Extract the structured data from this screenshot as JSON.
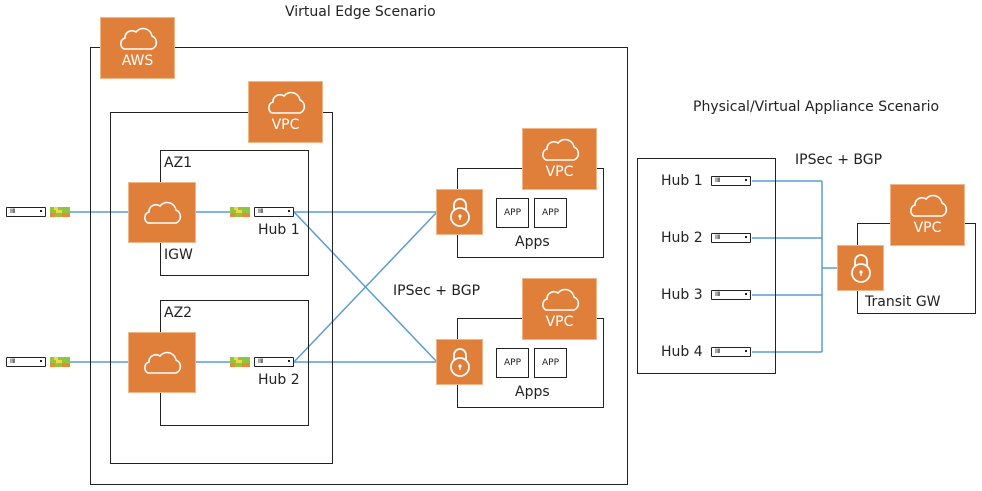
{
  "titles": {
    "left": "Virtual Edge Scenario",
    "right": "Physical/Virtual Appliance Scenario"
  },
  "left_scenario": {
    "aws_label": "AWS",
    "vpc_label": "VPC",
    "az1_label": "AZ1",
    "az2_label": "AZ2",
    "igw_label": "IGW",
    "hub1_label": "Hub 1",
    "hub2_label": "Hub 2",
    "connection_label": "IPSec + BGP",
    "app_vpcs": [
      {
        "vpc_label": "VPC",
        "apps": [
          "APP",
          "APP"
        ],
        "caption": "Apps"
      },
      {
        "vpc_label": "VPC",
        "apps": [
          "APP",
          "APP"
        ],
        "caption": "Apps"
      }
    ]
  },
  "right_scenario": {
    "hubs": [
      "Hub 1",
      "Hub 2",
      "Hub 3",
      "Hub 4"
    ],
    "connection_label": "IPSec + BGP",
    "vpc_label": "VPC",
    "transit_label": "Transit GW"
  },
  "colors": {
    "aws_orange": "#e07f3a",
    "link_blue": "#5b9bd5",
    "border": "#222222"
  }
}
